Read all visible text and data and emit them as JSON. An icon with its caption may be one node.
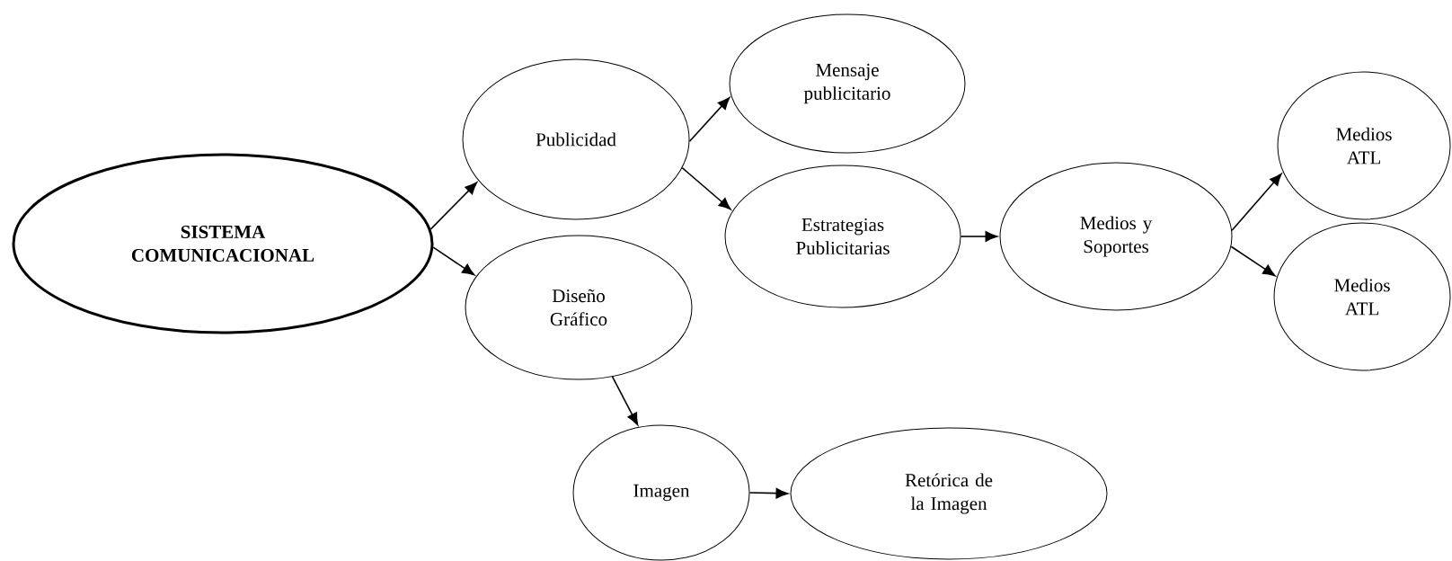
{
  "diagram": {
    "nodes": [
      {
        "text": [
          "SISTEMA COMUNICACIONAL"
        ]
      },
      {
        "text": [
          "Publicidad"
        ]
      },
      {
        "text": [
          "Mensaje publicitario"
        ]
      },
      {
        "text": [
          "Estrategias Publicitarias"
        ]
      },
      {
        "text": [
          "Diseño Gráfico"
        ]
      },
      {
        "text": [
          "Medios y Soportes"
        ]
      },
      {
        "text": [
          "Medios ATL"
        ]
      },
      {
        "text": [
          "Medios ATL"
        ]
      },
      {
        "text": [
          "Imagen"
        ]
      },
      {
        "text": [
          "Retórica de la Imagen"
        ]
      }
    ],
    "edges": [
      {
        "from": 0,
        "to": 1,
        "arrow": "to"
      },
      {
        "from": 0,
        "to": 4,
        "arrow": "to"
      },
      {
        "from": 1,
        "to": 2,
        "arrow": "to"
      },
      {
        "from": 1,
        "to": 3,
        "arrow": "to"
      },
      {
        "from": 3,
        "to": 5,
        "arrow": "to"
      },
      {
        "from": 5,
        "to": 6,
        "arrow": "to"
      },
      {
        "from": 5,
        "to": 7,
        "arrow": "to"
      },
      {
        "from": 4,
        "to": 8,
        "arrow": "to"
      },
      {
        "from": 8,
        "to": 9,
        "arrow": "to"
      }
    ]
  }
}
